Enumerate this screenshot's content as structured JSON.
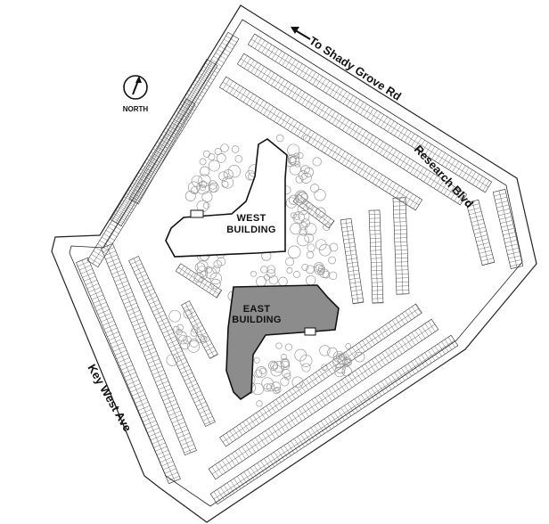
{
  "map": {
    "north_label": "NORTH",
    "roads": {
      "shady_grove": "To Shady Grove Rd",
      "research": "Research Blvd",
      "key_west": "Key West Ave"
    },
    "buildings": {
      "west": {
        "line1": "WEST",
        "line2": "BUILDING"
      },
      "east": {
        "line1": "EAST",
        "line2": "BUILDING"
      }
    },
    "colors": {
      "paper": "#ffffff",
      "ink": "#222222",
      "east_fill": "#8c8c8c",
      "west_fill": "#ffffff",
      "trees": "#9a9a9a"
    }
  }
}
